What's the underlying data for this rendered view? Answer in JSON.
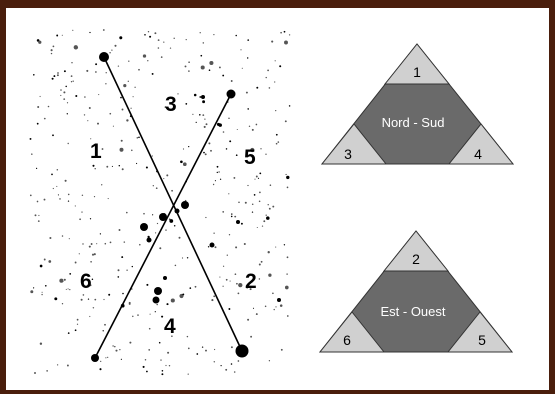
{
  "star_field": {
    "regions": {
      "top": "3",
      "left": "1",
      "right": "5",
      "lower_left": "6",
      "lower_right": "2",
      "bottom": "4"
    }
  },
  "triangles": [
    {
      "title": "Nord - Sud",
      "top": "1",
      "left": "3",
      "right": "4"
    },
    {
      "title": "Est - Ouest",
      "top": "2",
      "left": "6",
      "right": "5"
    }
  ],
  "colors": {
    "frame": "#4a1e0c",
    "triangle_dark": "#6a6a6a",
    "triangle_light": "#d0d0d0",
    "triangle_title": "#ffffff",
    "ink": "#000000"
  }
}
